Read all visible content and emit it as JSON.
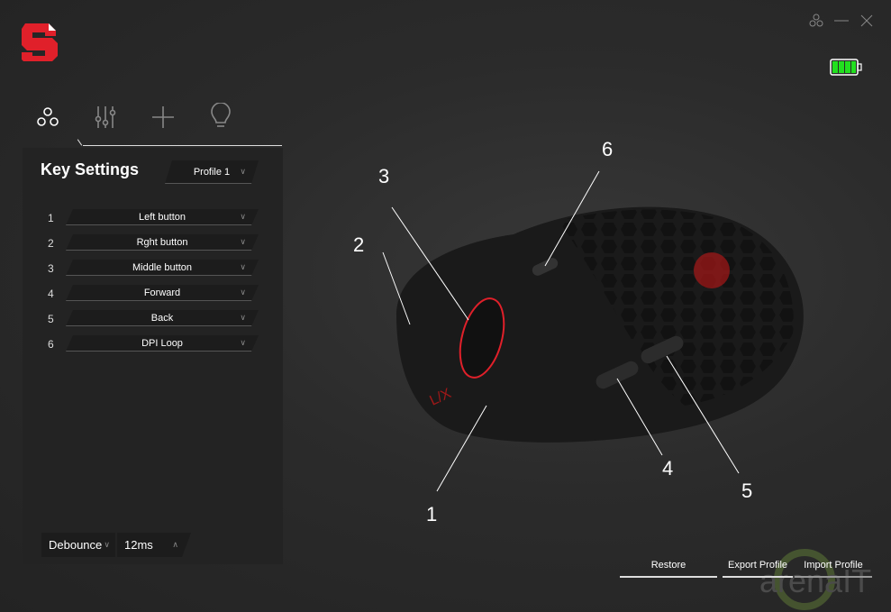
{
  "app": {
    "logo": "S"
  },
  "window_controls": [
    "profiles-icon",
    "minimize-icon",
    "close-icon"
  ],
  "battery": {
    "level_percent": 100,
    "bars": 4,
    "color": "#22e01f"
  },
  "tabs": [
    "key-settings-tab",
    "performance-tab",
    "macro-tab",
    "lighting-tab"
  ],
  "key_settings": {
    "title": "Key Settings",
    "profile": "Profile 1",
    "rows": [
      {
        "num": "1",
        "value": "Left button"
      },
      {
        "num": "2",
        "value": "Rght button"
      },
      {
        "num": "3",
        "value": "Middle button"
      },
      {
        "num": "4",
        "value": "Forward"
      },
      {
        "num": "5",
        "value": "Back"
      },
      {
        "num": "6",
        "value": "DPI Loop"
      }
    ],
    "debounce_label": "Debounce",
    "debounce_value": "12ms"
  },
  "callouts": [
    "1",
    "2",
    "3",
    "4",
    "5",
    "6"
  ],
  "buttons": {
    "restore": "Restore",
    "export": "Export Profile",
    "import": "Import Profile"
  },
  "watermark": "arenaIT",
  "accent": "#e0202a"
}
